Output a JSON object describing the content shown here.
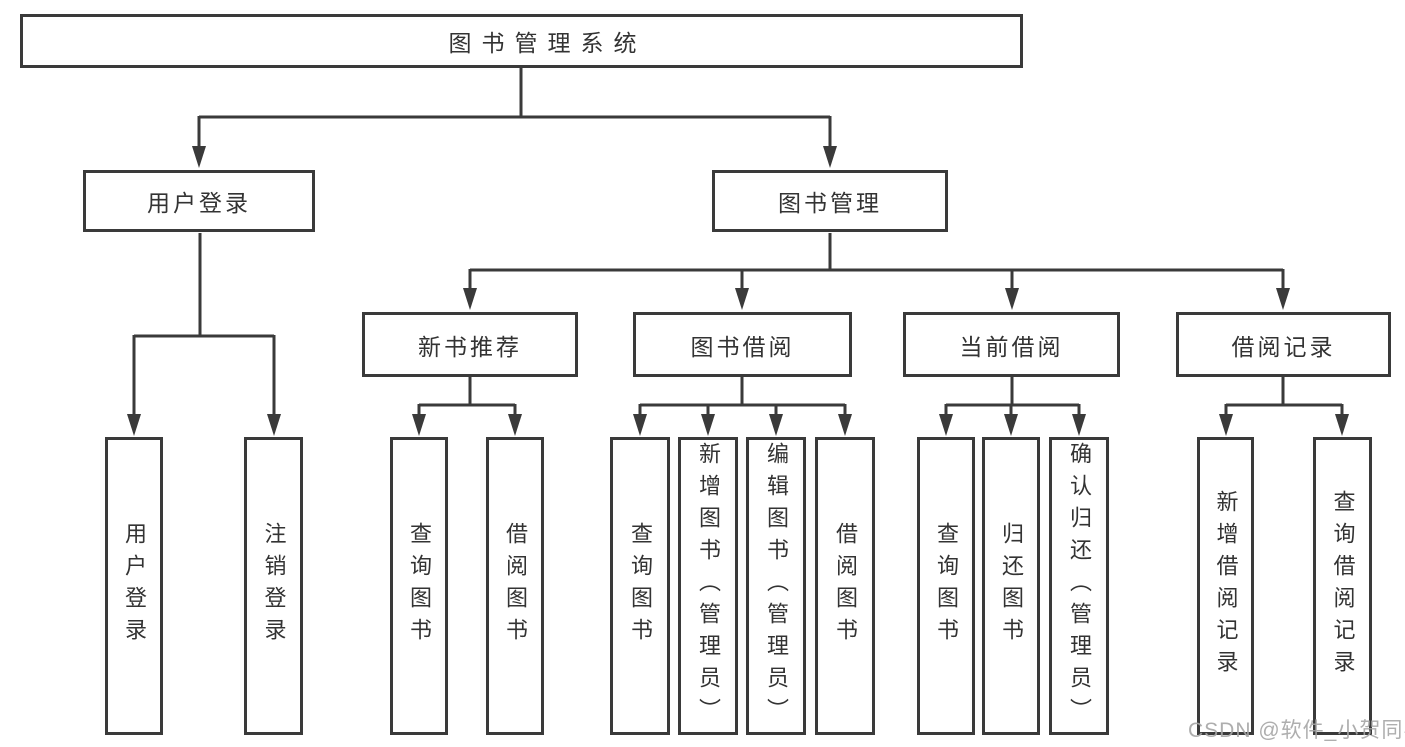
{
  "diagram_type": "hierarchy-tree",
  "tree": {
    "label": "图书管理系统",
    "children": [
      {
        "label": "用户登录",
        "children": [
          {
            "label": "用户登录"
          },
          {
            "label": "注销登录"
          }
        ]
      },
      {
        "label": "图书管理",
        "children": [
          {
            "label": "新书推荐",
            "children": [
              {
                "label": "查询图书"
              },
              {
                "label": "借阅图书"
              }
            ]
          },
          {
            "label": "图书借阅",
            "children": [
              {
                "label": "查询图书"
              },
              {
                "label": "新增图书（管理员）"
              },
              {
                "label": "编辑图书（管理员）"
              },
              {
                "label": "借阅图书"
              }
            ]
          },
          {
            "label": "当前借阅",
            "children": [
              {
                "label": "查询图书"
              },
              {
                "label": "归还图书"
              },
              {
                "label": "确认归还（管理员）"
              }
            ]
          },
          {
            "label": "借阅记录",
            "children": [
              {
                "label": "新增借阅记录"
              },
              {
                "label": "查询借阅记录"
              }
            ]
          }
        ]
      }
    ]
  },
  "watermark": "CSDN @软件_小贺同学",
  "colors": {
    "line": "#3a3a3a",
    "text": "#333333",
    "background": "#ffffff",
    "watermark": "#a5a5a5"
  }
}
